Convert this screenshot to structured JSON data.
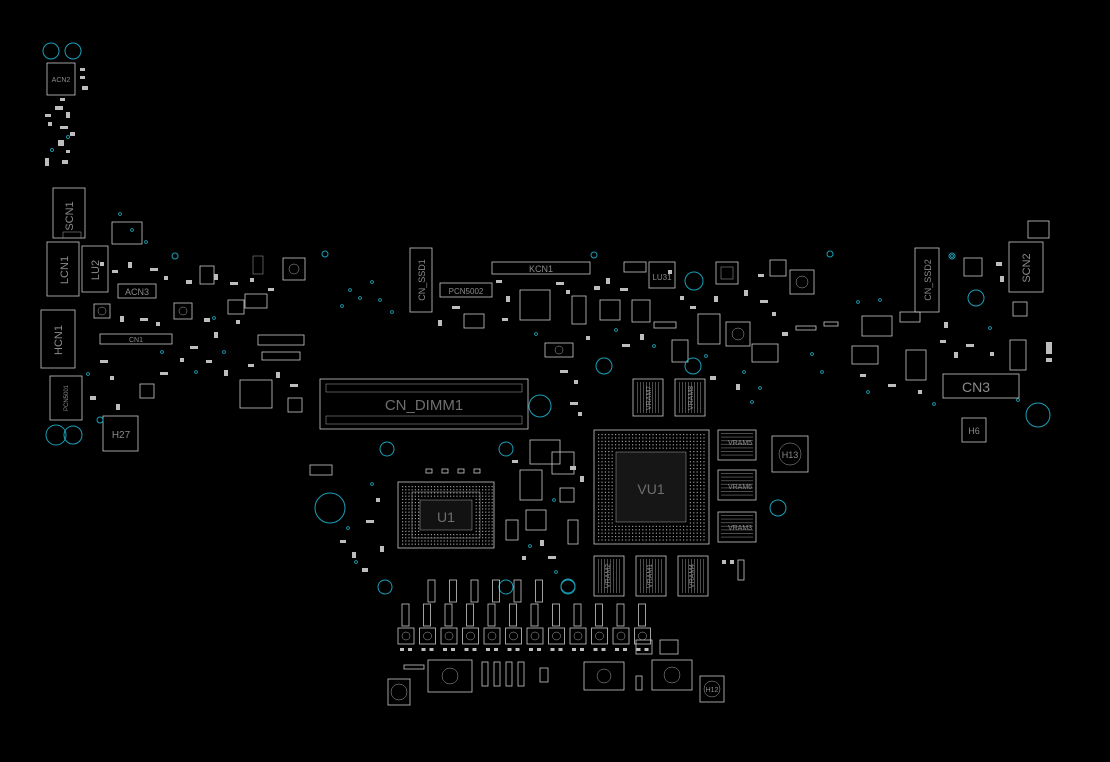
{
  "colors": {
    "background": "#000000",
    "outline": "#c9c9c9",
    "via": "#1fb0c8",
    "label": "#8a8a8a"
  },
  "labels": {
    "acn2": "ACN2",
    "scn1": "SCN1",
    "lcn1": "LCN1",
    "lu2": "LU2",
    "acn3": "ACN3",
    "hcn1": "HCN1",
    "cn1": "CN1",
    "pcn5001": "PCN5001",
    "h27": "H27",
    "cn_ssd1": "CN_SSD1",
    "pcn5002": "PCN5002",
    "kcn1": "KCN1",
    "lu31": "LU31",
    "cn_dimm1": "CN_DIMM1",
    "u1": "U1",
    "vu1": "VU1",
    "vram7": "VRAM7",
    "vram8": "VRAM8",
    "vram5": "VRAM5",
    "vram6": "VRAM6",
    "vram3": "VRAM3",
    "vram2": "VRAM2",
    "vram1": "VRAM1",
    "vram4": "VRAM4",
    "h13": "H13",
    "cn_ssd2": "CN_SSD2",
    "scn2": "SCN2",
    "cn3": "CN3",
    "h6": "H6",
    "h12": "H12"
  }
}
